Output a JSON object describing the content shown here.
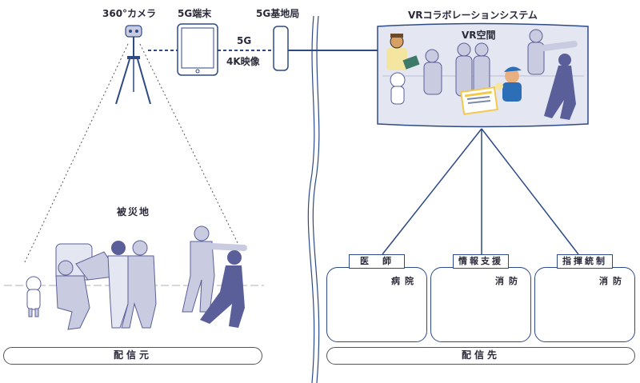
{
  "source": {
    "camera_label": "360°カメラ",
    "terminal_label": "5G端末",
    "base_station_label": "5G基地局",
    "link_label_top": "5G",
    "link_label_bottom": "4K映像",
    "site_label": "被災地",
    "footer_label": "配信元"
  },
  "destination": {
    "system_title": "VRコラボレーションシステム",
    "vr_space_label": "VR空間",
    "footer_label": "配信先",
    "roles": [
      {
        "role": "医　師",
        "place": "病院"
      },
      {
        "role": "情報支援",
        "place": "消防"
      },
      {
        "role": "指揮統制",
        "place": "消防"
      }
    ]
  },
  "colors": {
    "line": "#2e4a86",
    "figure_light": "#c9cbe0",
    "figure_dark": "#5a5f99",
    "vr_bg": "#e4e6f1",
    "accent_yellow": "#f2c94c",
    "accent_blue": "#2c6fb6"
  }
}
